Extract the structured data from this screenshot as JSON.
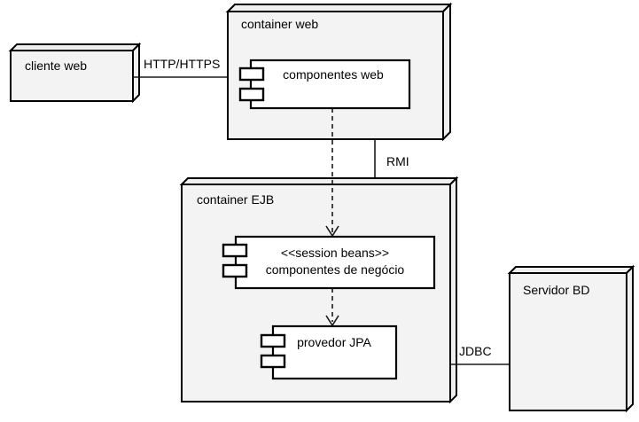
{
  "diagram": {
    "nodes": {
      "cliente_web": {
        "label": "cliente web"
      },
      "container_web": {
        "label": "container web"
      },
      "container_ejb": {
        "label": "container EJB"
      },
      "servidor_bd": {
        "label": "Servidor BD"
      }
    },
    "components": {
      "componentes_web": {
        "label": "componentes web"
      },
      "componentes_negocio": {
        "stereotype": "<<session beans>>",
        "label": "componentes de negócio"
      },
      "provedor_jpa": {
        "label": "provedor JPA"
      }
    },
    "connectors": {
      "http": {
        "label": "HTTP/HTTPS"
      },
      "rmi": {
        "label": "RMI"
      },
      "jdbc": {
        "label": "JDBC"
      }
    },
    "colors": {
      "node_fill": "#f3f3f3",
      "component_fill": "#ffffff",
      "stroke": "#000000",
      "background": "#ffffff"
    }
  }
}
